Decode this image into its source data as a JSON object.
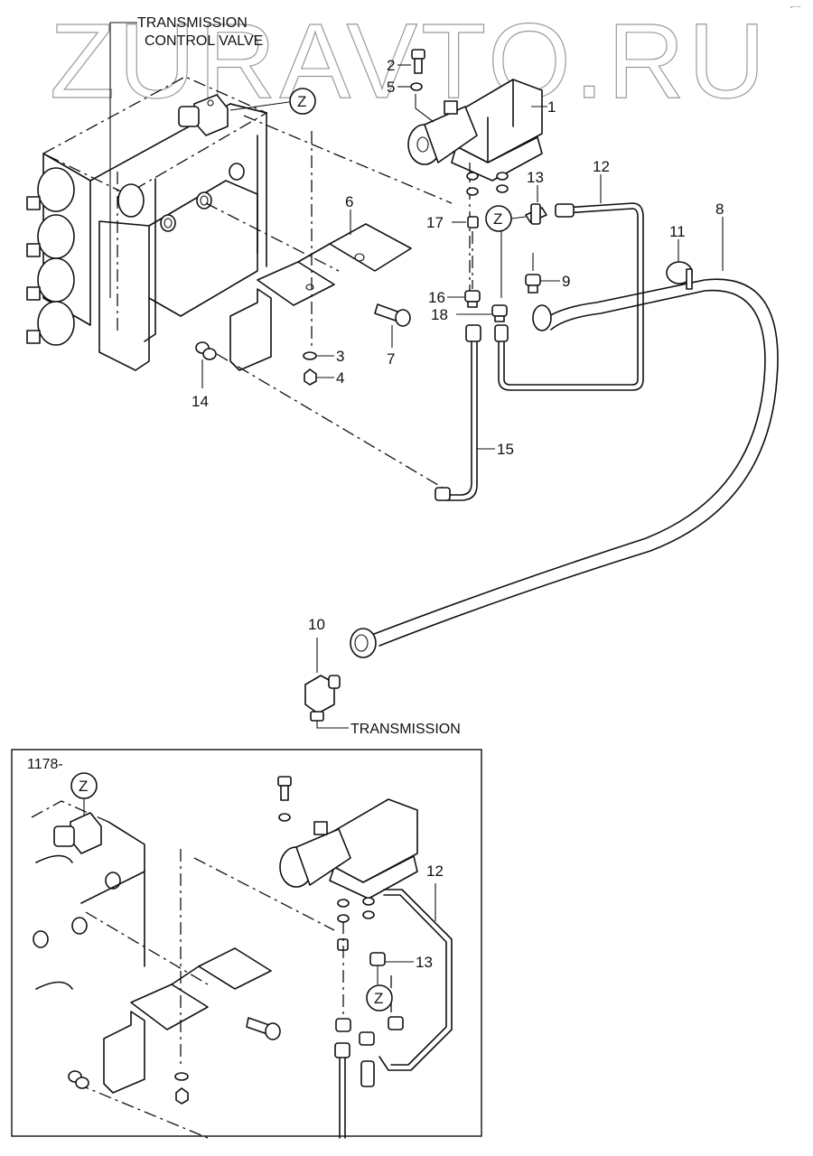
{
  "watermark": "ZURAVTO.RU",
  "corner_mark": "a** ***",
  "callouts": {
    "transmission_control_valve_line1": "TRANSMISSION",
    "transmission_control_valve_line2": "CONTROL VALVE",
    "transmission": "TRANSMISSION",
    "detail_marker": "Z"
  },
  "inset": {
    "serial_range": "1178-",
    "labels": {
      "tube": "12",
      "fitting": "13"
    }
  },
  "parts": [
    {
      "id": "1",
      "name": "solenoid valve"
    },
    {
      "id": "2",
      "name": "bolt"
    },
    {
      "id": "3",
      "name": "washer"
    },
    {
      "id": "4",
      "name": "nut"
    },
    {
      "id": "5",
      "name": "washer"
    },
    {
      "id": "6",
      "name": "bracket"
    },
    {
      "id": "7",
      "name": "bolt"
    },
    {
      "id": "8",
      "name": "hose"
    },
    {
      "id": "9",
      "name": "fitting"
    },
    {
      "id": "10",
      "name": "elbow"
    },
    {
      "id": "11",
      "name": "clamp"
    },
    {
      "id": "12",
      "name": "tube"
    },
    {
      "id": "13",
      "name": "fitting"
    },
    {
      "id": "14",
      "name": "fitting"
    },
    {
      "id": "15",
      "name": "tube"
    },
    {
      "id": "16",
      "name": "fitting"
    },
    {
      "id": "17",
      "name": "plug"
    },
    {
      "id": "18",
      "name": "fitting"
    }
  ]
}
